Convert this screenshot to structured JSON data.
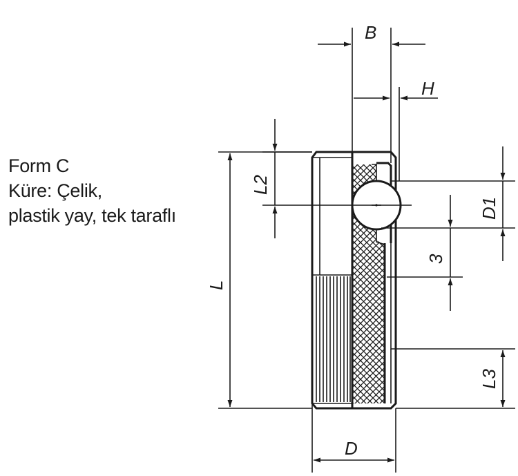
{
  "caption": {
    "line1": "Form C",
    "line2": "Küre: Çelik,",
    "line3": "plastik yay, tek taraflı"
  },
  "dimensions": {
    "B": "B",
    "H": "H",
    "L2": "L2",
    "L": "L",
    "D1": "D1",
    "three": "3",
    "L3": "L3",
    "D": "D"
  },
  "colors": {
    "line": "#1a1a1a",
    "background": "#ffffff"
  }
}
